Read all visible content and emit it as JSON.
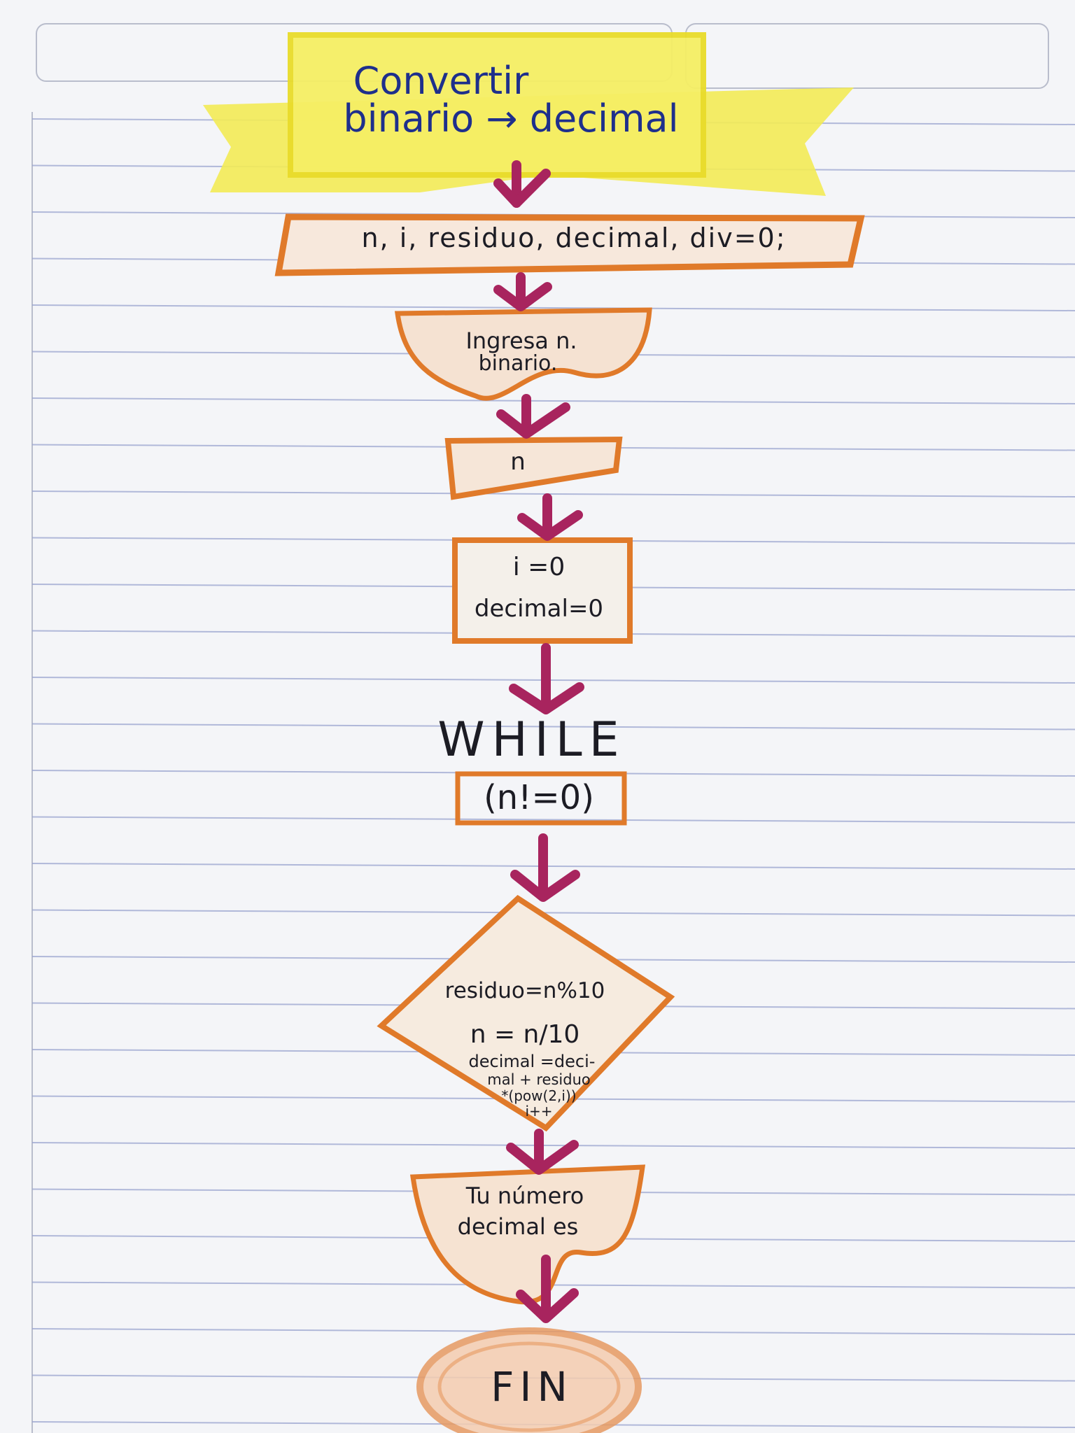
{
  "diagram": {
    "title_line1": "Convertir",
    "title_line2": "binario → decimal",
    "declaration": "n, i, residuo, decimal, div=0;",
    "input_prompt_line1": "Ingresa n.",
    "input_prompt_line2": "binario.",
    "read_variable": "n",
    "init_line1": "i =0",
    "init_line2": "decimal=0",
    "while_keyword": "WHILE",
    "while_condition": "(n!=0)",
    "loop_line1": "residuo=n%10",
    "loop_line2": "n = n/10",
    "loop_line3": "decimal =deci-",
    "loop_line4": "mal + residuo",
    "loop_line5": "*(pow(2,i))",
    "loop_line6": "i++",
    "output_line1": "Tu número",
    "output_line2": "decimal es",
    "end_label": "FIN"
  },
  "colors": {
    "paper": "#f4f5f8",
    "ruled_line": "#9aa4cf",
    "banner_yellow": "#f2e84a",
    "box_orange": "#e07a2a",
    "arrow_magenta": "#a8245e",
    "title_ink": "#1e2f8c",
    "text_ink": "#1c1c24"
  }
}
